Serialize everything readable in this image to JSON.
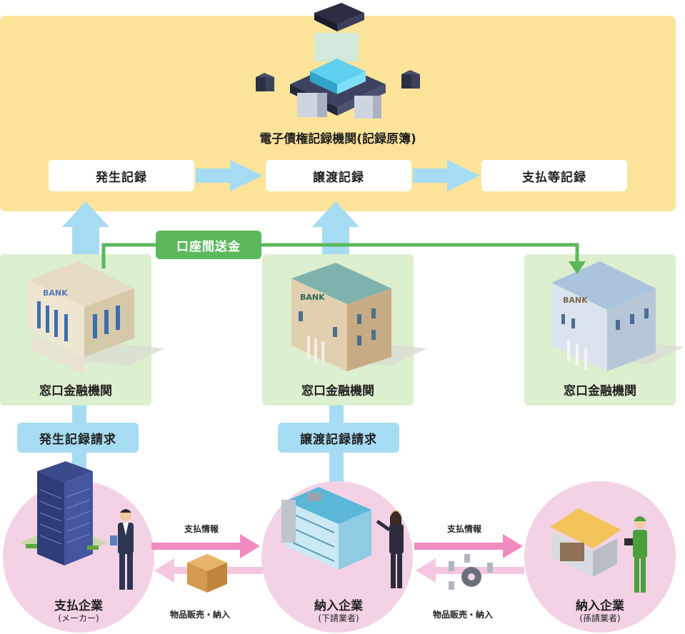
{
  "registry": {
    "title": "電子債権記録機関(記録原簿)",
    "records": [
      "発生記録",
      "譲渡記録",
      "支払等記録"
    ]
  },
  "transfer_label": "口座間送金",
  "banks": [
    {
      "label": "窓口金融機関",
      "sign": "BANK"
    },
    {
      "label": "窓口金融機関",
      "sign": "BANK"
    },
    {
      "label": "窓口金融機関",
      "sign": "BANK"
    }
  ],
  "requests": [
    "発生記録請求",
    "譲渡記録請求"
  ],
  "companies": [
    {
      "name": "支払企業",
      "sub": "(メーカー)"
    },
    {
      "name": "納入企業",
      "sub": "(下請業者)"
    },
    {
      "name": "納入企業",
      "sub": "(孫請業者)"
    }
  ],
  "flows": {
    "payment_info_1": "支払情報",
    "goods_1": "物品販売・納入",
    "payment_info_2": "支払情報",
    "goods_2": "物品販売・納入"
  },
  "colors": {
    "registry_bg": "#fbe49a",
    "bank_bg": "#dcefcf",
    "request_bg": "#a6dcf3",
    "company_bg": "#f4d2e6",
    "transfer": "#5cb85c",
    "pink_arrow": "#f08ac0",
    "blue_arrow": "#a6dcf3"
  }
}
